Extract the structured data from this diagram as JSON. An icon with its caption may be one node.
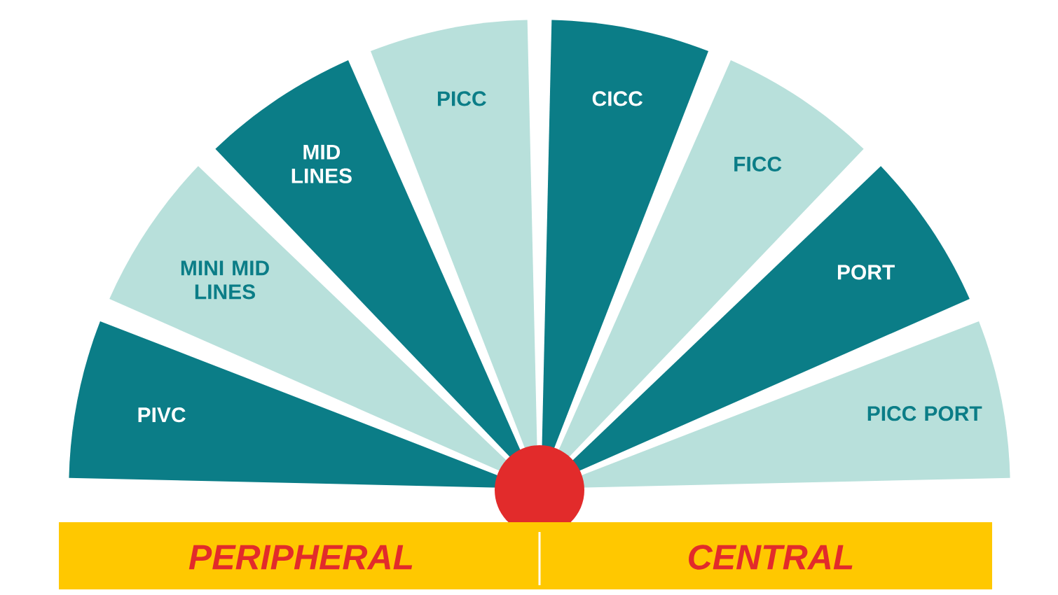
{
  "diagram": {
    "nodes": [
      {
        "text": [
          "PIVC"
        ]
      },
      {
        "text": [
          "MINI MID LINES"
        ]
      },
      {
        "text": [
          "MID LINES"
        ]
      },
      {
        "text": [
          "PICC"
        ]
      },
      {
        "text": [
          "CICC"
        ]
      },
      {
        "text": [
          "FICC"
        ]
      },
      {
        "text": [
          "PORT"
        ]
      },
      {
        "text": [
          "PICC PORT"
        ]
      },
      {
        "text": [
          "PERIPHERAL",
          "CENTRAL"
        ]
      }
    ]
  }
}
